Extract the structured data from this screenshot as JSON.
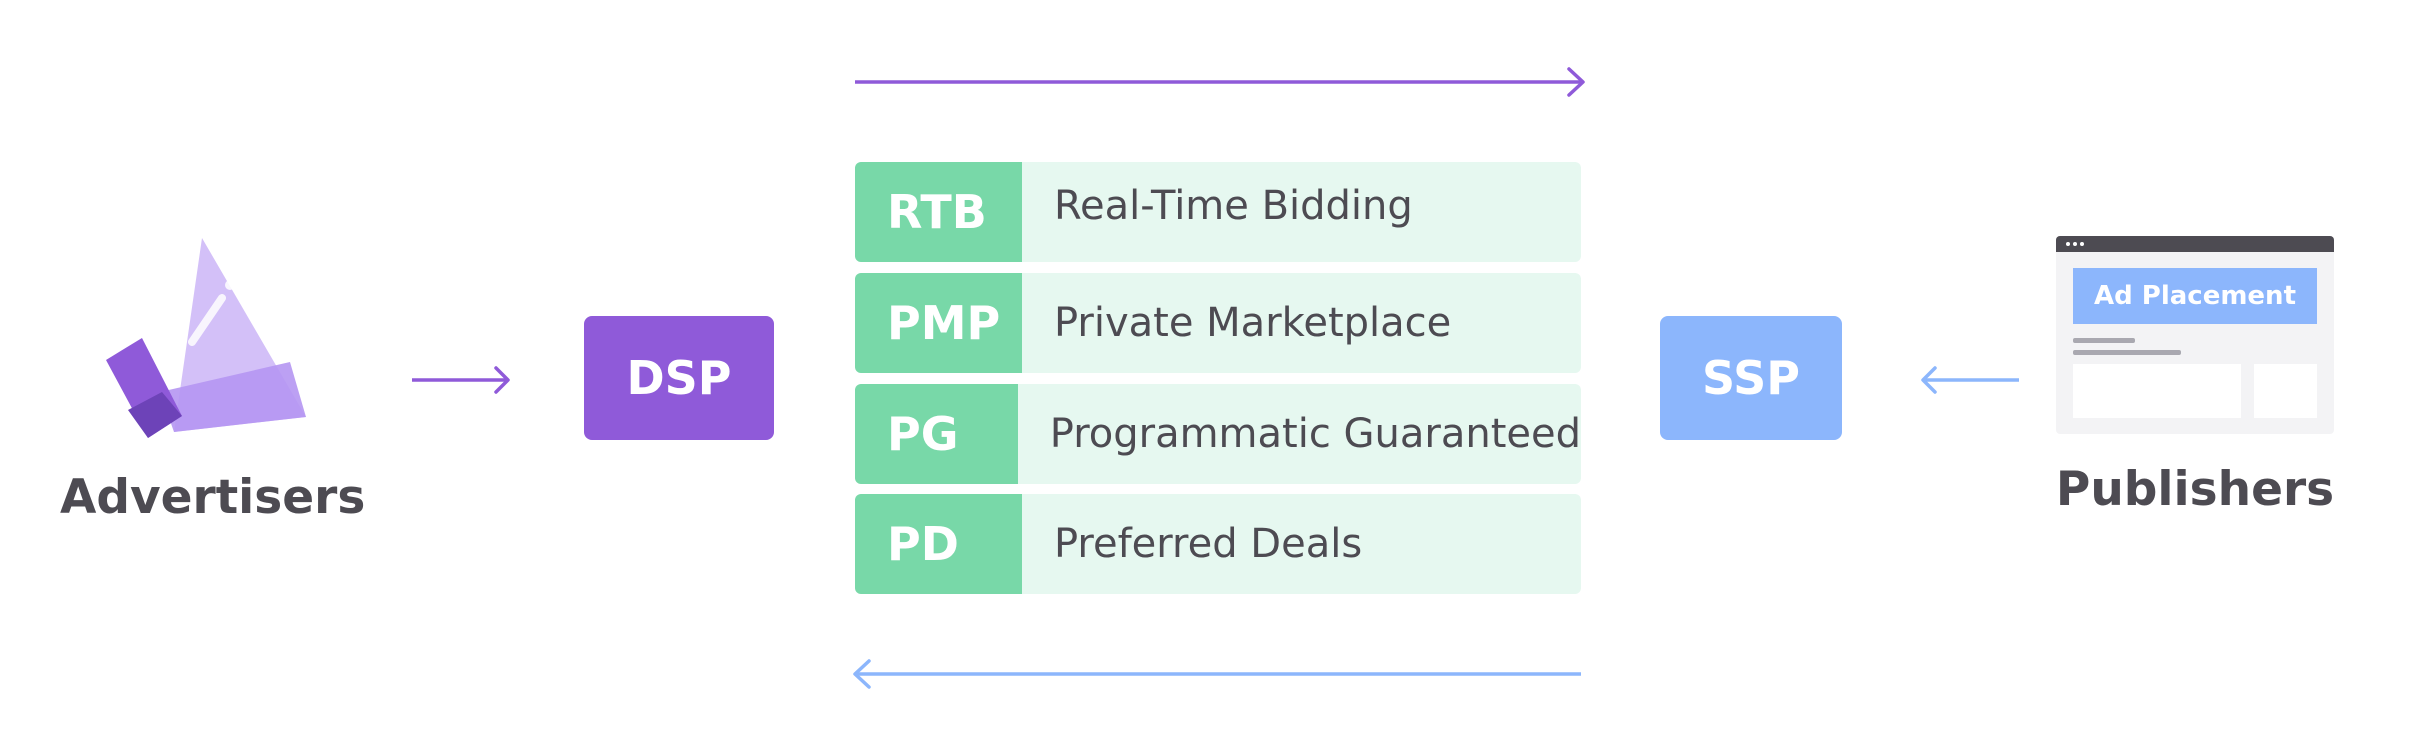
{
  "advertisers": {
    "label": "Advertisers",
    "icon": "megaphone-icon"
  },
  "dsp": {
    "label": "DSP",
    "color": "#8f5ad9"
  },
  "ssp": {
    "label": "SSP",
    "color": "#8cb6fc"
  },
  "deals": [
    {
      "abbr": "RTB",
      "name": "Real-Time Bidding"
    },
    {
      "abbr": "PMP",
      "name": "Private Marketplace"
    },
    {
      "abbr": "PG",
      "name": "Programmatic Guaranteed"
    },
    {
      "abbr": "PD",
      "name": "Preferred Deals"
    }
  ],
  "publishers": {
    "label": "Publishers",
    "icon": "browser-window-icon",
    "ad_placement": "Ad Placement"
  },
  "colors": {
    "purple": "#8f5ad9",
    "blue": "#8cb6fc",
    "deal_green": "#78d8a8",
    "deal_light": "#e6f8f0",
    "text_dark": "#4d4b52"
  }
}
